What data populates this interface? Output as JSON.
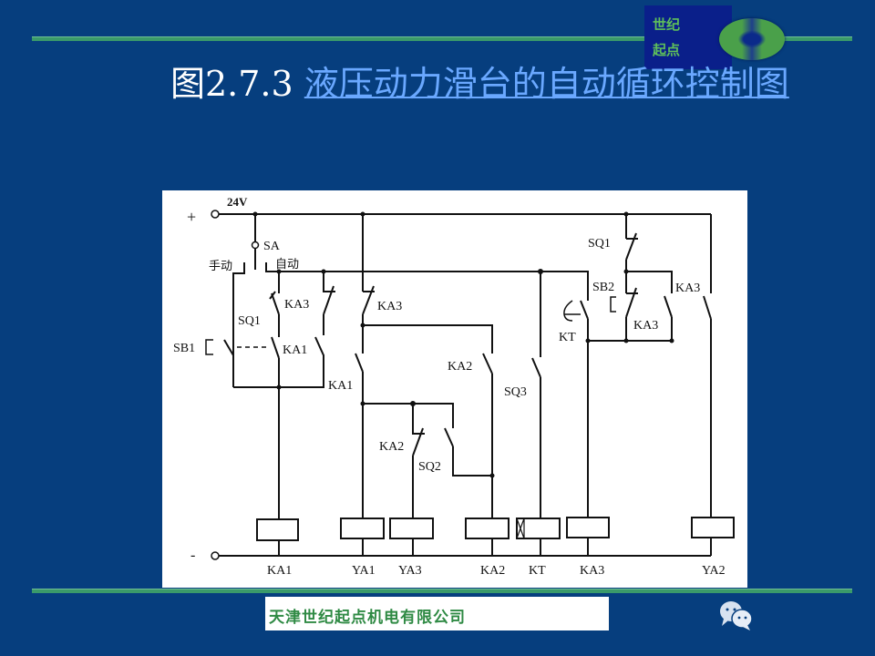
{
  "logo": {
    "line1": "世纪",
    "line2": "起点"
  },
  "title": {
    "prefix": "图2.7.3 ",
    "link_text": "液压动力滑台的自动循环控制图"
  },
  "diagram": {
    "supply_plus": "+",
    "supply_minus": "-",
    "voltage": "24V",
    "switch_sa": "SA",
    "manual": "手动",
    "auto": "自动",
    "contacts": {
      "sq1_left": "SQ1",
      "ka3_a": "KA3",
      "ka3_b": "KA3",
      "sb1": "SB1",
      "ka1_a": "KA1",
      "ka1_b": "KA1",
      "ka2_a": "KA2",
      "sq3": "SQ3",
      "ka2_b": "KA2",
      "sq2": "SQ2",
      "kt": "KT",
      "sb2": "SB2",
      "sq1_right": "SQ1",
      "ka3_c": "KA3",
      "ka3_d": "KA3"
    },
    "coils": [
      "KA1",
      "YA1",
      "YA3",
      "KA2",
      "KT",
      "KA3",
      "YA2"
    ]
  },
  "footer": {
    "company": "天津世纪起点机电有限公司"
  },
  "icons": {
    "wechat": "wechat-icon"
  }
}
